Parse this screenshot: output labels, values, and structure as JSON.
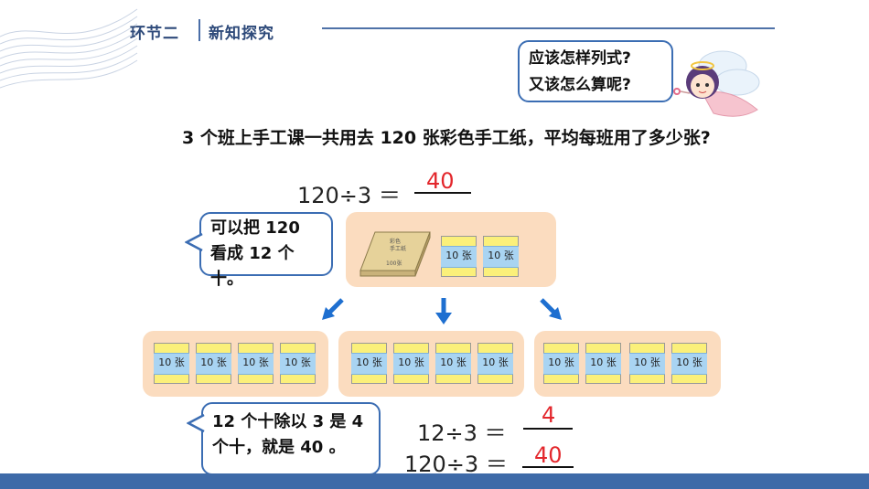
{
  "header": {
    "section_label": "环节二",
    "section_title": "新知探究"
  },
  "angel_bubble": {
    "line1": "应该怎样列式?",
    "line2": "又该怎么算呢?"
  },
  "question": "3 个班上手工课一共用去 120 张彩色手工纸，平均每班用了多少张?",
  "equation_top": {
    "expr": "120÷3 ＝",
    "answer": "40"
  },
  "hint_bubble": "可以把 120 看成 12 个十。",
  "conclusion_bubble": "12 个十除以 3 是 4 个十，就是 40 。",
  "equation_mid": {
    "expr": "12÷3 ＝",
    "answer": "4"
  },
  "equation_bottom": {
    "expr": "120÷3 ＝",
    "answer": "40"
  },
  "card_label": "10 张",
  "book": {
    "title_line1": "彩色",
    "title_line2": "手工纸",
    "count": "100张"
  },
  "colors": {
    "accent_blue": "#3b6db3",
    "answer_red": "#e3272c",
    "panel": "#fbdcbf",
    "card": "#fbf07a",
    "band": "#a9d4f2",
    "footer": "#3e6aa8"
  }
}
